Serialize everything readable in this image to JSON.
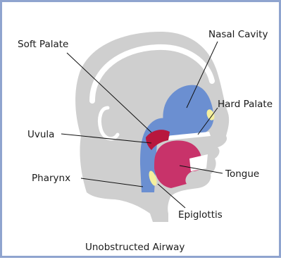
{
  "diagram": {
    "labels": {
      "soft_palate": "Soft Palate",
      "nasal_cavity": "Nasal Cavity",
      "hard_palate": "Hard Palate",
      "uvula": "Uvula",
      "tongue": "Tongue",
      "pharynx": "Pharynx",
      "epiglottis": "Epiglottis"
    },
    "caption": "Unobstructed Airway"
  }
}
